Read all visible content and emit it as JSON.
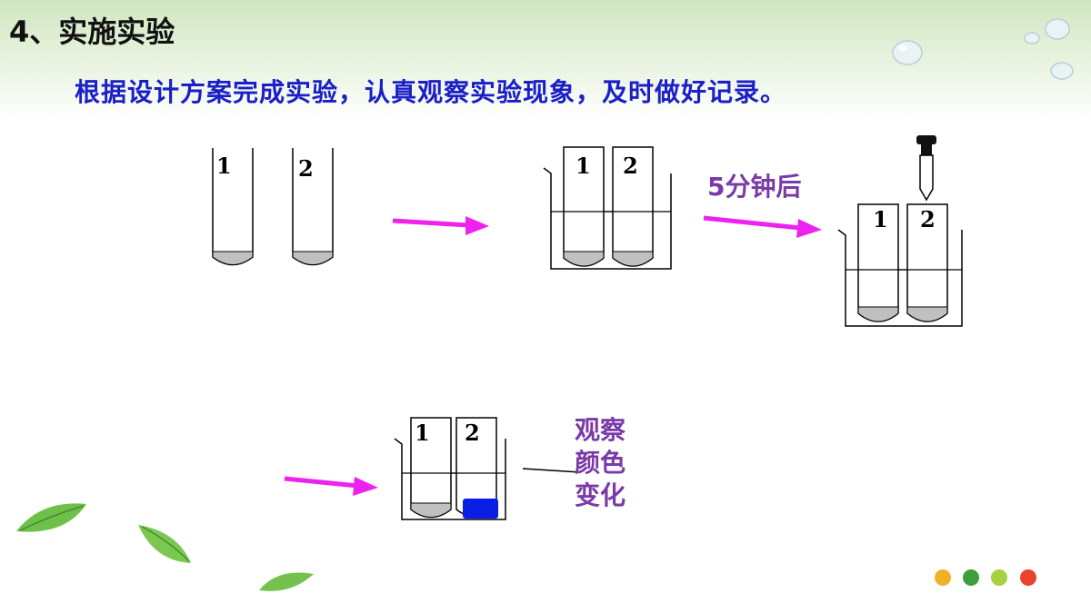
{
  "slide": {
    "heading": "4、实施实验",
    "subtitle": "根据设计方案完成实验，认真观察实验现象，及时做好记录。"
  },
  "labels": {
    "after_time": "5分钟后",
    "observe_line1": "观察",
    "observe_line2": "颜色",
    "observe_line3": "变化"
  },
  "tubes": {
    "tube1": "1",
    "tube2": "2"
  },
  "colors": {
    "arrow": "#ee22ee",
    "label_purple": "#7a3aa8",
    "subtitle_blue": "#1a1fc8",
    "sediment_gray": "#c0c0c0",
    "blue_result": "#0a1ee6"
  }
}
